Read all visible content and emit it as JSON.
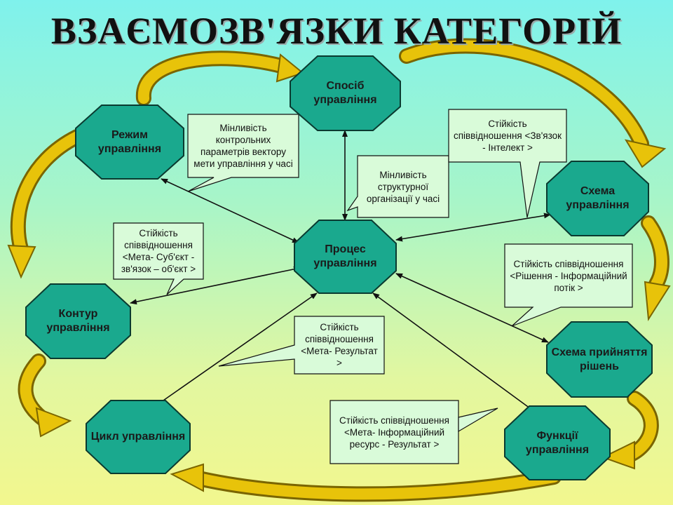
{
  "title": "ВЗАЄМОЗВ'ЯЗКИ КАТЕГОРІЙ",
  "colors": {
    "node_fill": "#1aa98e",
    "node_stroke": "#0a3a30",
    "note_fill": "#d9fbd9",
    "arrow_gold": "#dcb400",
    "line": "#111111"
  },
  "nodes": {
    "sposib": "Спосіб управління",
    "rezhym": "Режим управління",
    "skhema": "Схема управління",
    "protses": "Процес управління",
    "kontur": "Контур управління",
    "skhema_rishen": "Схема прийняття рішень",
    "tsykl": "Цикл управління",
    "funktsii": "Функції управління"
  },
  "notes": {
    "minlyvist_kontrolnykh": "Мінливість контрольних параметрів вектору мети управління у часі",
    "minlyvist_strukturnoi": "Мінливість структурної організації у часі",
    "zv_intelekt": "Стійкість співвідношення <Зв'язок - Інтелект >",
    "meta_subekt": "Стійкість співвідношення <Мета- Суб'єкт - зв'язок – об'єкт >",
    "rishennia": "Стійкість співвідношення <Рішення - Інформаційний потік >",
    "meta_rezultat": "Стійкість співвідношення <Мета- Результат >",
    "meta_resurs": "Стійкість співвідношення <Мета- Інформаційний ресурс - Результат >"
  }
}
